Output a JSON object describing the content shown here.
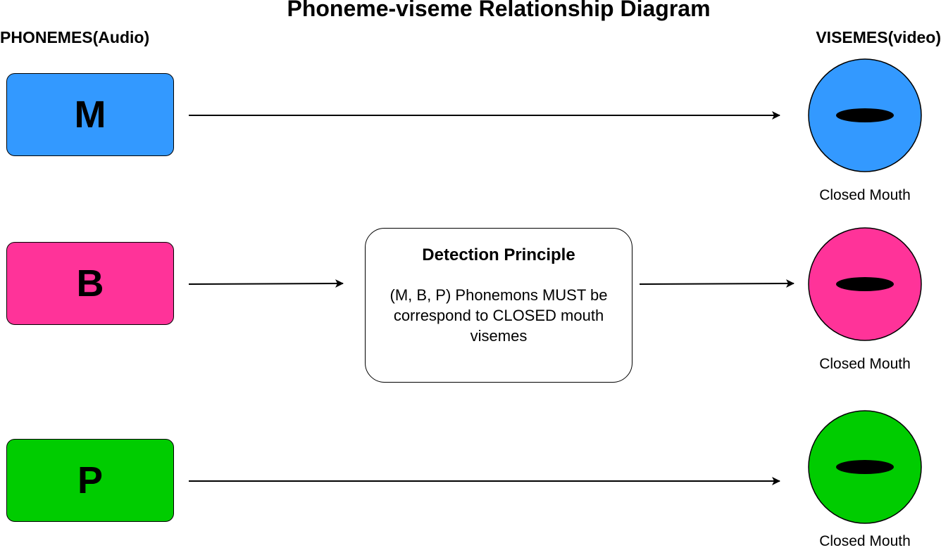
{
  "title": "Phoneme-viseme Relationship Diagram",
  "headers": {
    "left": "PHONEMES(Audio)",
    "right": "VISEMES(video)"
  },
  "phonemes": [
    {
      "label": "M",
      "color": "#3399FF"
    },
    {
      "label": "B",
      "color": "#FF3399"
    },
    {
      "label": "P",
      "color": "#00CC00"
    }
  ],
  "principle": {
    "title": "Detection Principle",
    "text": "(M, B, P) Phonemons MUST be correspond to CLOSED mouth visemes"
  },
  "visemes": [
    {
      "label": "Closed Mouth",
      "color": "#3399FF",
      "mouth": "closed"
    },
    {
      "label": "Closed Mouth",
      "color": "#FF3399",
      "mouth": "closed"
    },
    {
      "label": "Closed Mouth",
      "color": "#00CC00",
      "mouth": "closed"
    }
  ]
}
